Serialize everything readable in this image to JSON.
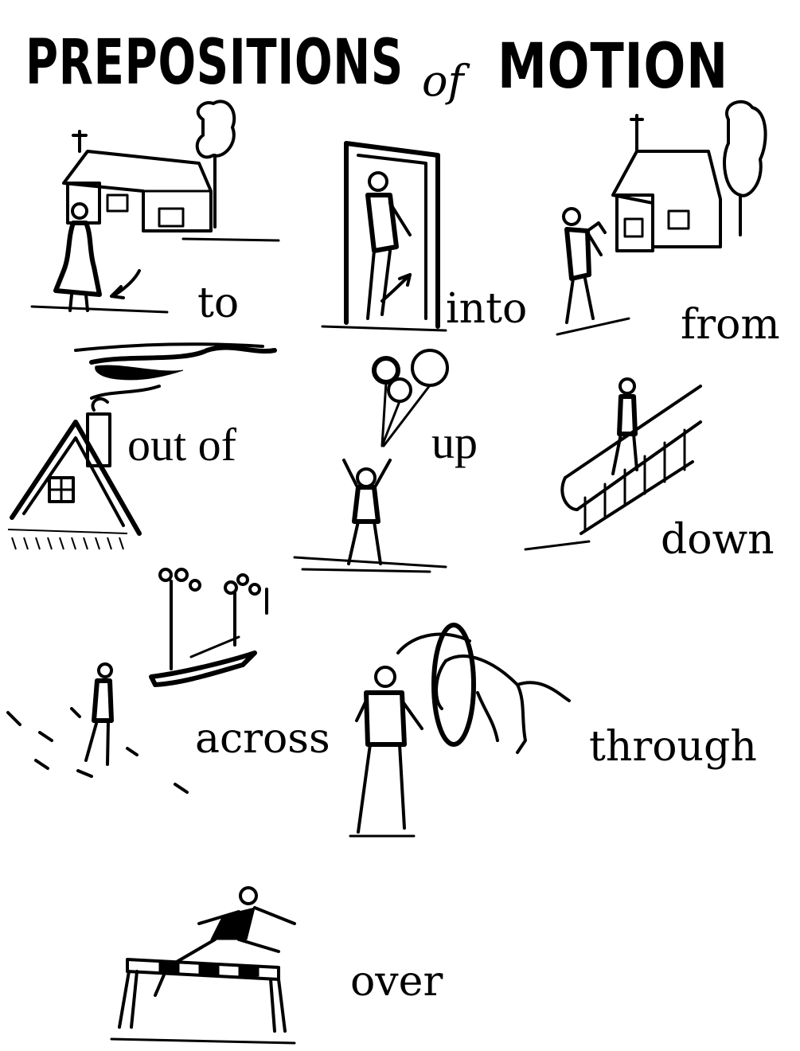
{
  "title": {
    "main_left": "PREPOSITIONS",
    "connector": "of",
    "main_right": "MOTION"
  },
  "items": [
    {
      "id": "to",
      "word": "to"
    },
    {
      "id": "into",
      "word": "into"
    },
    {
      "id": "from",
      "word": "from"
    },
    {
      "id": "out-of",
      "word": "out of"
    },
    {
      "id": "up",
      "word": "up"
    },
    {
      "id": "down",
      "word": "down"
    },
    {
      "id": "across",
      "word": "across"
    },
    {
      "id": "through",
      "word": "through"
    },
    {
      "id": "over",
      "word": "over"
    }
  ]
}
